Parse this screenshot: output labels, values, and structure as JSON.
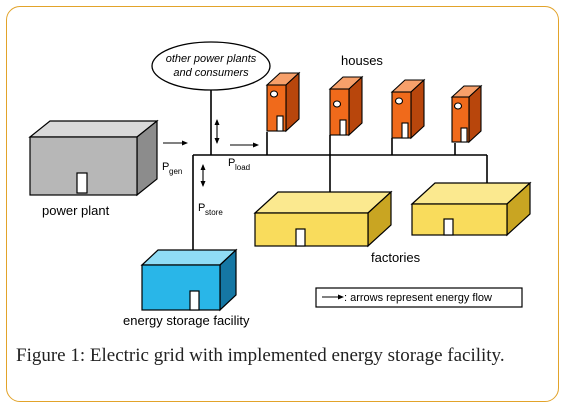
{
  "diagram": {
    "labels": {
      "power_plant": "power plant",
      "other_plants_line1": "other power plants",
      "other_plants_line2": "and consumers",
      "houses": "houses",
      "factories": "factories",
      "storage": "energy storage facility",
      "p_gen_main": "P",
      "p_gen_sub": "gen",
      "p_load_main": "P",
      "p_load_sub": "load",
      "p_store_main": "P",
      "p_store_sub": "store"
    },
    "legend": {
      "text": ": arrows represent energy flow"
    },
    "colors": {
      "power_plant": "#b7b7b7",
      "house": "#f06a1b",
      "factory": "#f9dc5c",
      "storage": "#29b6e8",
      "frame_border": "#e2a32a"
    }
  },
  "caption": {
    "figure_label": "Figure 1",
    "text": ": Electric grid with implemented energy storage facility."
  }
}
